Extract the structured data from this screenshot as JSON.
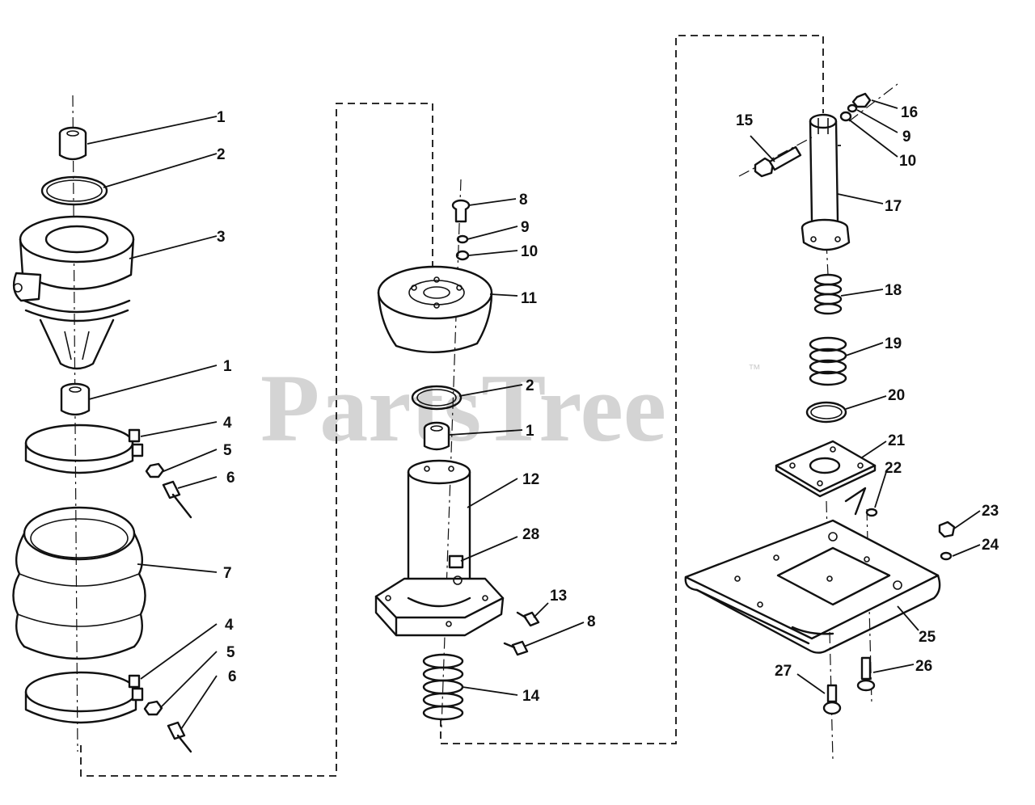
{
  "watermark": {
    "text": "PartsTree",
    "trademark": "™"
  },
  "callouts": {
    "left": [
      "1",
      "2",
      "3",
      "1",
      "4",
      "5",
      "6",
      "7",
      "4",
      "5",
      "6"
    ],
    "middle": [
      "8",
      "9",
      "10",
      "11",
      "2",
      "1",
      "12",
      "28",
      "13",
      "8",
      "14"
    ],
    "right": [
      "16",
      "15",
      "9",
      "10",
      "17",
      "18",
      "19",
      "20",
      "21",
      "22",
      "23",
      "24",
      "25",
      "26",
      "27"
    ]
  }
}
